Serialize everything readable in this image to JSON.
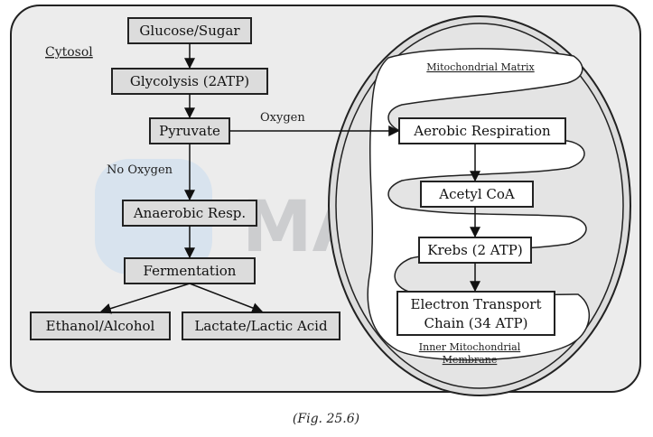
{
  "labels": {
    "cytosol": "Cytosol",
    "glucose": "Glucose/Sugar",
    "glycolysis": "Glycolysis (2ATP)",
    "pyruvate": "Pyruvate",
    "oxygen": "Oxygen",
    "no_oxygen": "No Oxygen",
    "anaerobic": "Anaerobic Resp.",
    "fermentation": "Fermentation",
    "ethanol": "Ethanol/Alcohol",
    "lactate": "Lactate/Lactic Acid",
    "matrix": "Mitochondrial Matrix",
    "aerobic": "Aerobic Respiration",
    "acetyl": "Acetyl CoA",
    "krebs": "Krebs (2 ATP)",
    "etc_line1": "Electron Transport",
    "etc_line2": "Chain (34 ATP)",
    "inner_line1": "Inner Mitochondrial",
    "inner_line2": "Membrane"
  },
  "watermark": "MARKS",
  "caption": "(Fig. 25.6)",
  "colors": {
    "background": "#ececec",
    "gray_box": "#dcdcdc",
    "white_box": "#ffffff",
    "outline": "#222222",
    "watermark_icon": "#c9ddf0"
  }
}
